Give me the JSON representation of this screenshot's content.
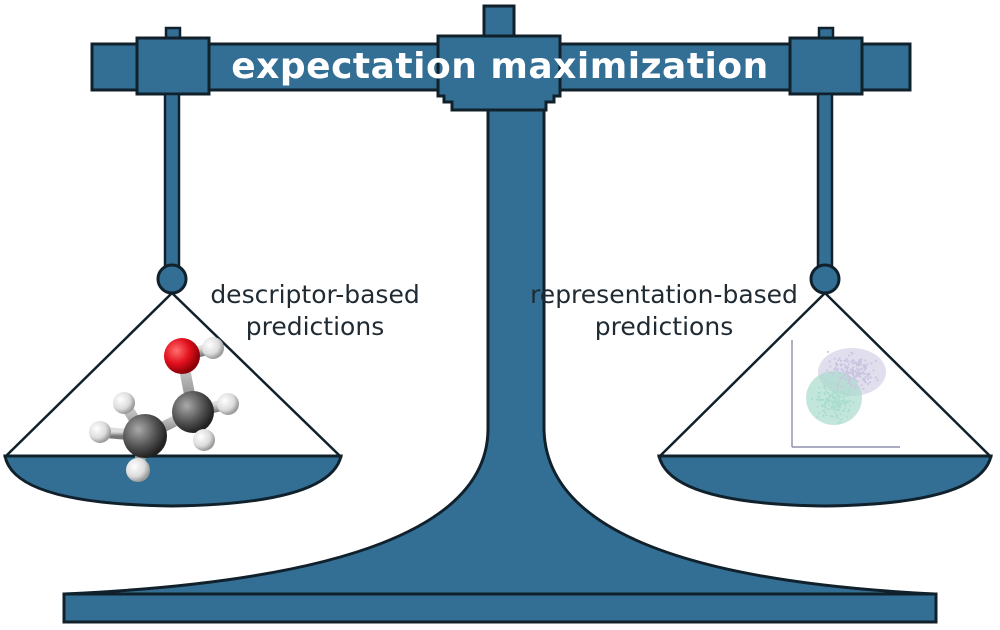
{
  "beam": {
    "title": "expectation maximization"
  },
  "left_pan": {
    "label_line1": "descriptor-based",
    "label_line2": "predictions",
    "content": "ethanol-molecule-model"
  },
  "right_pan": {
    "label_line1": "representation-based",
    "label_line2": "predictions",
    "content": "scatter-plot-thumbnail"
  },
  "colors": {
    "scale_fill": "#336f94",
    "scale_outline": "#10212c",
    "carbon": "#555555",
    "oxygen": "#e3111d",
    "hydrogen": "#e2e2e2",
    "cluster_a": "#a9dccd",
    "cluster_b": "#c8c3e0"
  }
}
